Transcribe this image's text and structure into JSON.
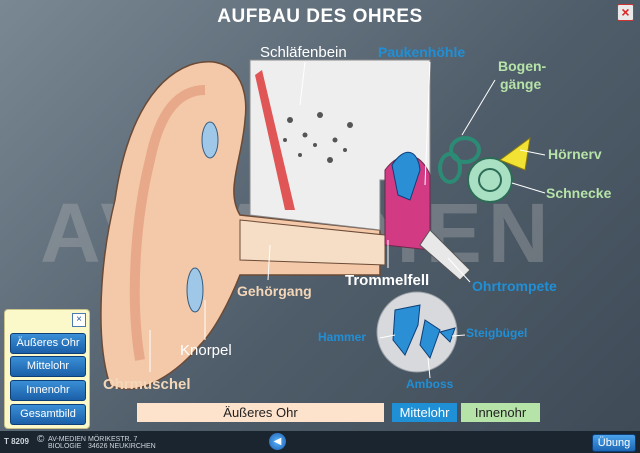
{
  "title": "AUFBAU DES OHRES",
  "watermark": "AV-MEDIEN",
  "labels": {
    "schlaefenbein": "Schläfenbein",
    "paukenhoehle": "Paukenhöhle",
    "bogengaenge_1": "Bogen-",
    "bogengaenge_2": "gänge",
    "hoernerv": "Hörnerv",
    "schnecke": "Schnecke",
    "trommelfell": "Trommelfell",
    "ohrtrompete": "Ohrtrompete",
    "gehoergang": "Gehörgang",
    "knorpel": "Knorpel",
    "ohrmuschel": "Ohrmuschel",
    "hammer": "Hammer",
    "steigbuegel": "Steigbügel",
    "amboss": "Amboss"
  },
  "menu": {
    "close": "×",
    "buttons": [
      "Äußeres Ohr",
      "Mittelohr",
      "Innenohr",
      "Gesamtbild"
    ]
  },
  "legend": {
    "outer": "Äußeres Ohr",
    "middle": "Mittelohr",
    "inner": "Innenohr"
  },
  "footer": {
    "code": "T 8209",
    "copyright": "©",
    "publisher": "AV-MEDIEN",
    "subject": "BIOLOGIE",
    "street": "MÖRIKESTR. 7",
    "city": "34626 NEUKIRCHEN",
    "back": "◀",
    "exercise": "Übung"
  },
  "colors": {
    "outer_ear": "#f7dcc0",
    "middle_ear": "#1f8fd6",
    "inner_ear": "#b6e3a8",
    "menu_bg": "#fbf8c9"
  }
}
